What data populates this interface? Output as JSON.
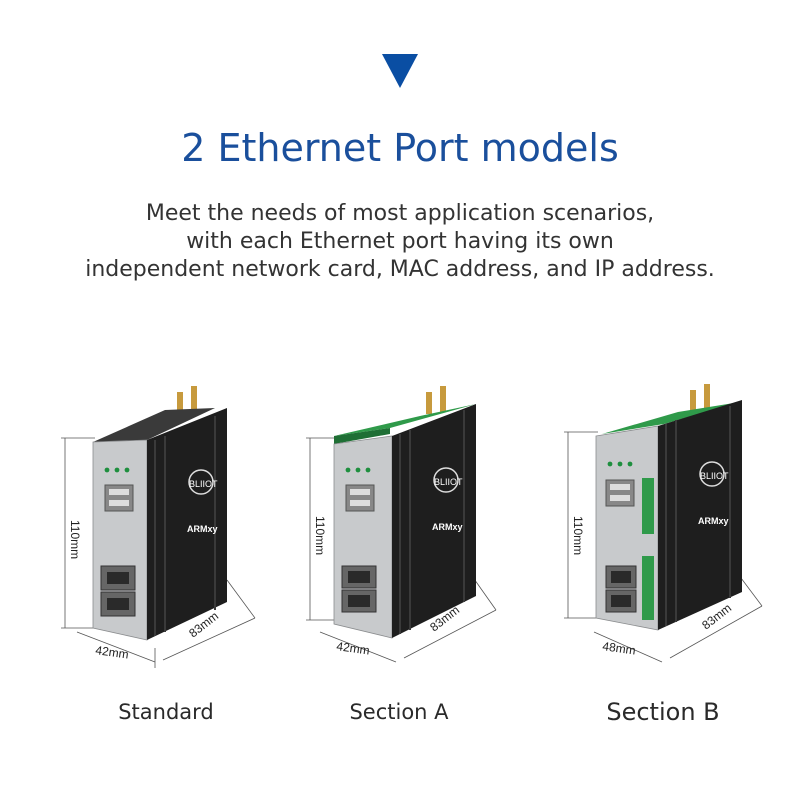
{
  "header": {
    "title": "2 Ethernet Port models",
    "description_lines": [
      "Meet the needs of most application scenarios,",
      "with each Ethernet port having its own",
      "independent network card, MAC address, and IP address."
    ],
    "accent_color": "#0a4ea3"
  },
  "products": [
    {
      "caption": "Standard",
      "height_label": "110mm",
      "width_label": "42mm",
      "depth_label": "83mm",
      "brand": "BLIIOT",
      "model": "ARMxy"
    },
    {
      "caption": "Section A",
      "height_label": "110mm",
      "width_label": "42mm",
      "depth_label": "83mm",
      "brand": "BLIIOT",
      "model": "ARMxy"
    },
    {
      "caption": "Section B",
      "height_label": "110mm",
      "width_label": "48mm",
      "depth_label": "83mm",
      "brand": "BLIIOT",
      "model": "ARMxy"
    }
  ]
}
